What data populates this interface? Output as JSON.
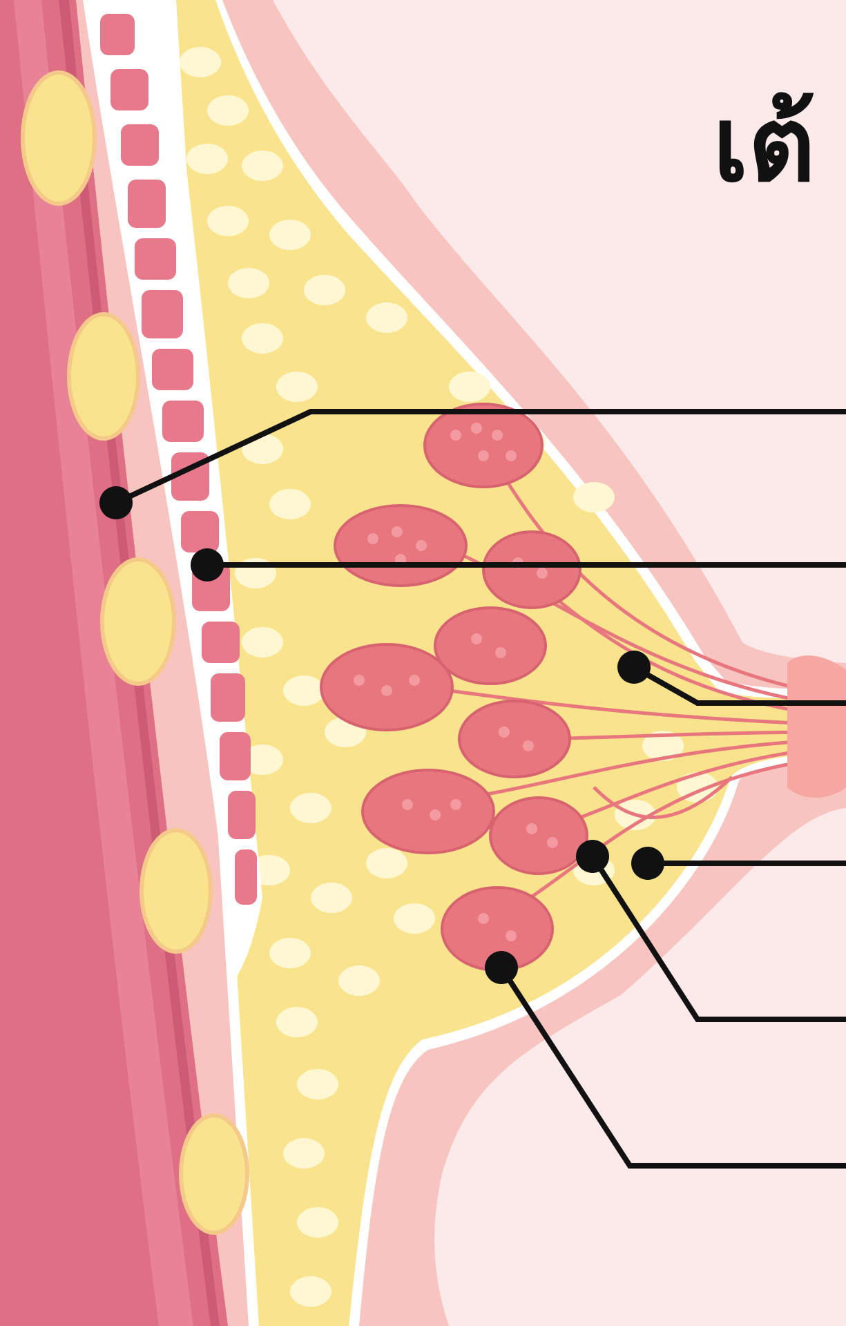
{
  "title": "เต้",
  "colors": {
    "background": "#fce9ea",
    "skin": "#f8c4bf",
    "fat": "#f9e38c",
    "fat_lobule": "#fef7d2",
    "muscle": "#de6f85",
    "gland": "#e8767e",
    "gland_dot": "#f39aa0",
    "leader_line": "#111111"
  },
  "labels": [
    {
      "id": "label-1",
      "text": ""
    },
    {
      "id": "label-2",
      "text": ""
    },
    {
      "id": "label-3",
      "text": ""
    },
    {
      "id": "label-4",
      "text": ""
    },
    {
      "id": "label-5",
      "text": ""
    },
    {
      "id": "label-6",
      "text": ""
    }
  ]
}
